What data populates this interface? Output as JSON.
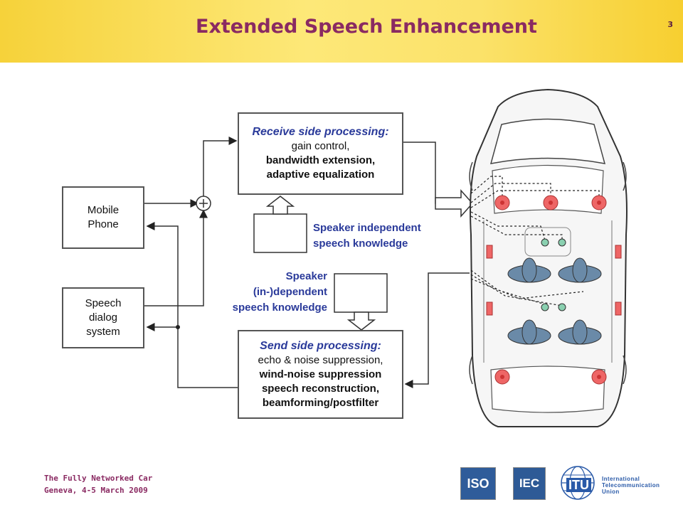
{
  "header": {
    "title": "Extended Speech Enhancement",
    "slide_number": "3"
  },
  "blocks": {
    "mobile_phone": "Mobile Phone",
    "speech_dialog": "Speech dialog system",
    "receive": {
      "heading": "Receive side processing:",
      "line1": "gain control,",
      "line2": "bandwidth extension,",
      "line3": "adaptive equalization"
    },
    "send": {
      "heading": "Send side processing:",
      "line1": "echo & noise suppression,",
      "line2": "wind-noise suppression",
      "line3": "speech reconstruction,",
      "line4": "beamforming/postfilter"
    }
  },
  "labels": {
    "speaker_independent_1": "Speaker independent",
    "speaker_independent_2": "speech knowledge",
    "speaker_dependent_1": "Speaker",
    "speaker_dependent_2": "(in-)dependent",
    "speaker_dependent_3": "speech knowledge"
  },
  "footer": {
    "line1": "The Fully Networked Car",
    "line2": "Geneva, 4-5 March 2009"
  },
  "logos": {
    "iso": "ISO",
    "iec": "IEC",
    "itu": "ITU",
    "itu_name_1": "International",
    "itu_name_2": "Telecommunication",
    "itu_name_3": "Union"
  },
  "colors": {
    "title": "#8a2a62",
    "accent_blue": "#2a3a9a",
    "header_yellow": "#f6d23a",
    "speaker_red": "#e04a4a",
    "mic_green": "#8ad0b0",
    "seat_blue": "#6a8aa8"
  }
}
